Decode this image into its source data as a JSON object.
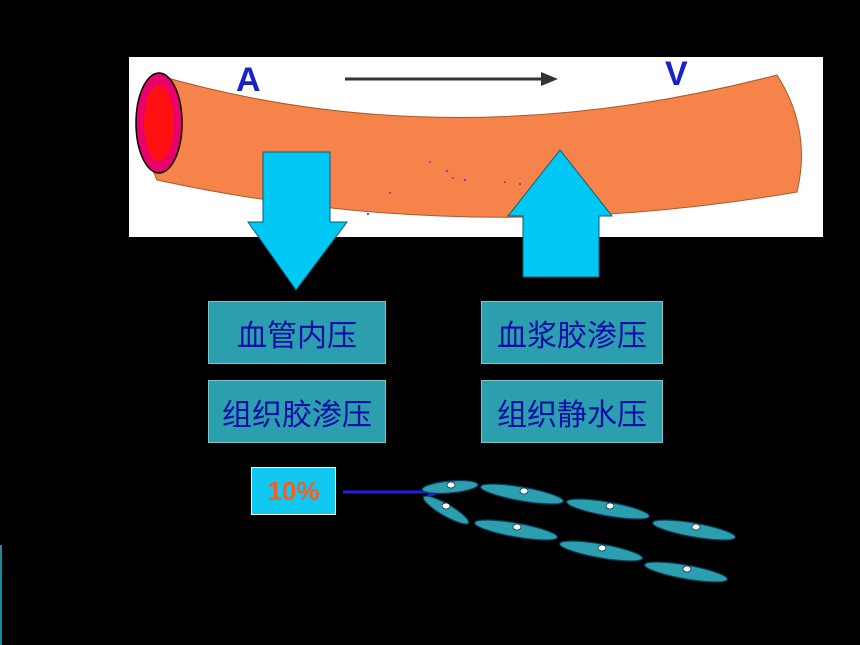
{
  "vessel": {
    "arterial_label": "A",
    "venous_label": "V",
    "color": "#f5834a",
    "lumen_color": "#e8006b"
  },
  "forces": {
    "outward": [
      "血管内压",
      "组织胶渗压"
    ],
    "inward": [
      "血浆胶渗压",
      "组织静水压"
    ],
    "box_color": "#2b9fae",
    "text_color": "#0d0da8"
  },
  "arrow_color": "#00c8f5",
  "lymph": {
    "percent_label": "10%",
    "percent_color": "#ff5a1f",
    "vessel_color": "#2b9fae"
  }
}
